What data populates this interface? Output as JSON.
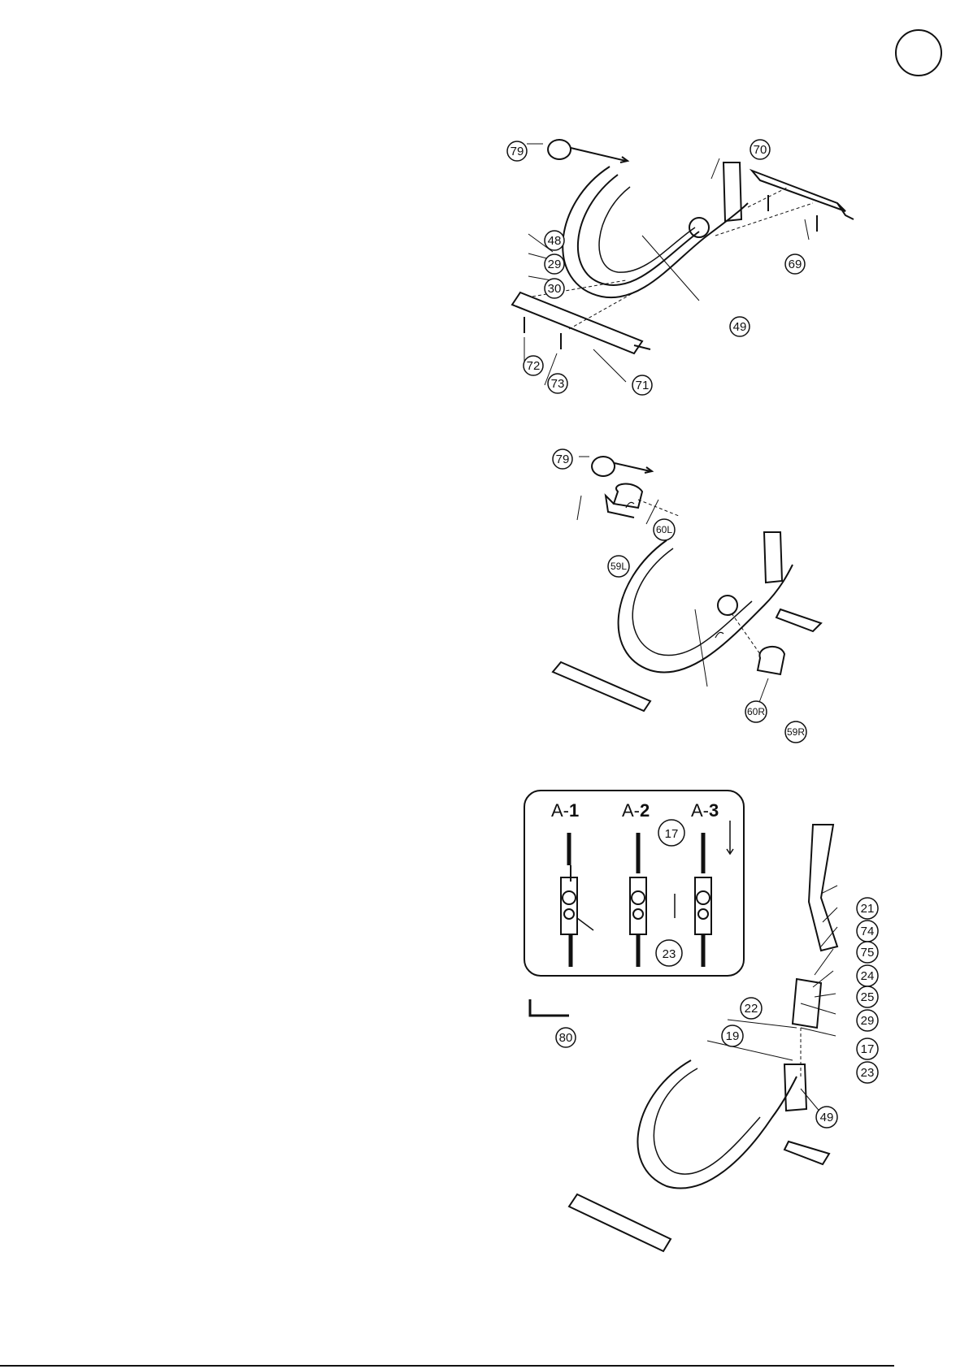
{
  "page": {
    "corner_marker_text": ""
  },
  "figure1": {
    "parts": [
      "79",
      "70",
      "48",
      "29",
      "30",
      "69",
      "49",
      "72",
      "73",
      "71"
    ]
  },
  "figure2": {
    "parts": [
      "79",
      "60L",
      "59L",
      "60R",
      "59R"
    ]
  },
  "figure3": {
    "inset": {
      "steps": [
        {
          "prefix": "A-",
          "number": "1"
        },
        {
          "prefix": "A-",
          "number": "2"
        },
        {
          "prefix": "A-",
          "number": "3"
        }
      ],
      "parts": [
        "17",
        "23"
      ]
    },
    "tool": "80",
    "parts": [
      "21",
      "74",
      "75",
      "24",
      "25",
      "22",
      "29",
      "19",
      "17",
      "23",
      "49"
    ]
  }
}
